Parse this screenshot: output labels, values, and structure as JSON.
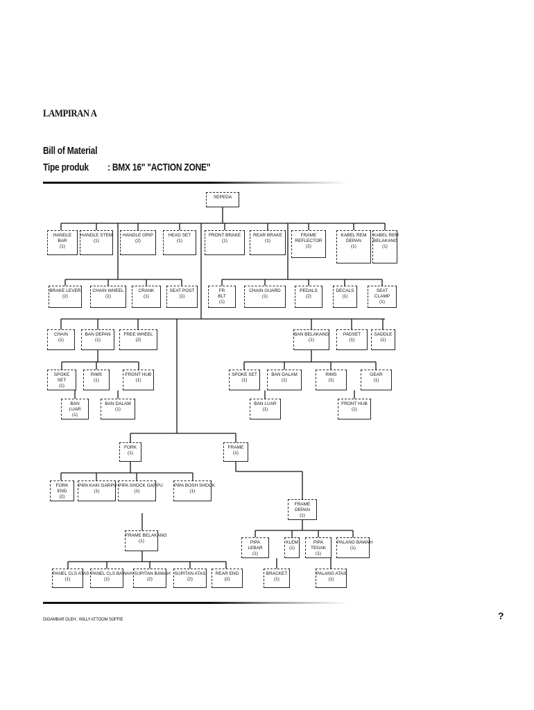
{
  "header": {
    "appendix": "LAMPIRAN A",
    "title": "Bill of Material",
    "product_label": "Tipe produk",
    "product_value": ": BMX 16\" \"ACTION ZONE\""
  },
  "nodes": [
    {
      "label": "SEPEDA",
      "qty": ""
    },
    {
      "label": "HANDLE BAR",
      "qty": "(1)"
    },
    {
      "label": "HANDLE STEM",
      "qty": "(1)"
    },
    {
      "label": "HANDLE GRIP",
      "qty": "(2)"
    },
    {
      "label": "HEAD SET",
      "qty": "(1)"
    },
    {
      "label": "FRONT BRAKE",
      "qty": "(1)"
    },
    {
      "label": "REAR BRAKE",
      "qty": "(1)"
    },
    {
      "label": "FRAME REFLECTOR",
      "qty": "(2)"
    },
    {
      "label": "KABEL REM DEPAN",
      "qty": "(1)"
    },
    {
      "label": "KABEL REM BELAKANG",
      "qty": "(1)"
    },
    {
      "label": "BRAKE LEVER",
      "qty": "(2)"
    },
    {
      "label": "CHAIN WHEEL",
      "qty": "(1)"
    },
    {
      "label": "CRANK",
      "qty": "(1)"
    },
    {
      "label": "SEAT POST",
      "qty": "(1)"
    },
    {
      "label": "FR BLT",
      "qty": "(1)"
    },
    {
      "label": "CHAIN GUARD",
      "qty": "(1)"
    },
    {
      "label": "PEDALS",
      "qty": "(2)"
    },
    {
      "label": "DECALS",
      "qty": "(1)"
    },
    {
      "label": "SEAT CLAMP",
      "qty": "(1)"
    },
    {
      "label": "CHAIN",
      "qty": "(1)"
    },
    {
      "label": "BAN DEPAN",
      "qty": "(1)"
    },
    {
      "label": "FREE WHEEL",
      "qty": "(2)"
    },
    {
      "label": "BAN BELAKANG",
      "qty": "(1)"
    },
    {
      "label": "PADSET",
      "qty": "(1)"
    },
    {
      "label": "SADDLE",
      "qty": "(1)"
    },
    {
      "label": "SPOKE SET",
      "qty": "(1)"
    },
    {
      "label": "RIMS",
      "qty": "(1)"
    },
    {
      "label": "FRONT HUB",
      "qty": "(1)"
    },
    {
      "label": "SPOKE SET",
      "qty": "(1)"
    },
    {
      "label": "BAN DALAM",
      "qty": "(1)"
    },
    {
      "label": "RIMS",
      "qty": "(1)"
    },
    {
      "label": "GEAR",
      "qty": "(1)"
    },
    {
      "label": "BAN LUAR",
      "qty": "(1)"
    },
    {
      "label": "BAN DALAM",
      "qty": "(1)"
    },
    {
      "label": "BAN LUAR",
      "qty": "(1)"
    },
    {
      "label": "FRONT HUB",
      "qty": "(1)"
    },
    {
      "label": "FORK",
      "qty": "(1)"
    },
    {
      "label": "FRAME",
      "qty": "(1)"
    },
    {
      "label": "FORK END",
      "qty": "(2)"
    },
    {
      "label": "PIPA KAKI GARPU",
      "qty": "(1)"
    },
    {
      "label": "PIPA SHOCK GARPU",
      "qty": "(1)"
    },
    {
      "label": "PIPA BOSH SHOCK",
      "qty": "(1)"
    },
    {
      "label": "FRAME DEPAN",
      "qty": "(1)"
    },
    {
      "label": "FRAME BELAKANG",
      "qty": "(1)"
    },
    {
      "label": "PIPA LEBAR",
      "qty": "(1)"
    },
    {
      "label": "KLEM",
      "qty": "(1)"
    },
    {
      "label": "PIPA TEGAK",
      "qty": "(1)"
    },
    {
      "label": "PALANG BAWAH",
      "qty": "(1)"
    },
    {
      "label": "PANEL CLS ATAS",
      "qty": "(1)"
    },
    {
      "label": "PANEL CLS BAWAH",
      "qty": "(1)"
    },
    {
      "label": "SUPITAN BAWAH",
      "qty": "(2)"
    },
    {
      "label": "SUPITAN ATAS",
      "qty": "(2)"
    },
    {
      "label": "REAR END",
      "qty": "(2)"
    },
    {
      "label": "BRACKET",
      "qty": "(1)"
    },
    {
      "label": "PALANG ATAS",
      "qty": "(1)"
    }
  ],
  "footer": {
    "drawn_by": "DIGAMBAR OLEH : WILLY ATTOOM SOFFIE",
    "page_mark": "?"
  }
}
